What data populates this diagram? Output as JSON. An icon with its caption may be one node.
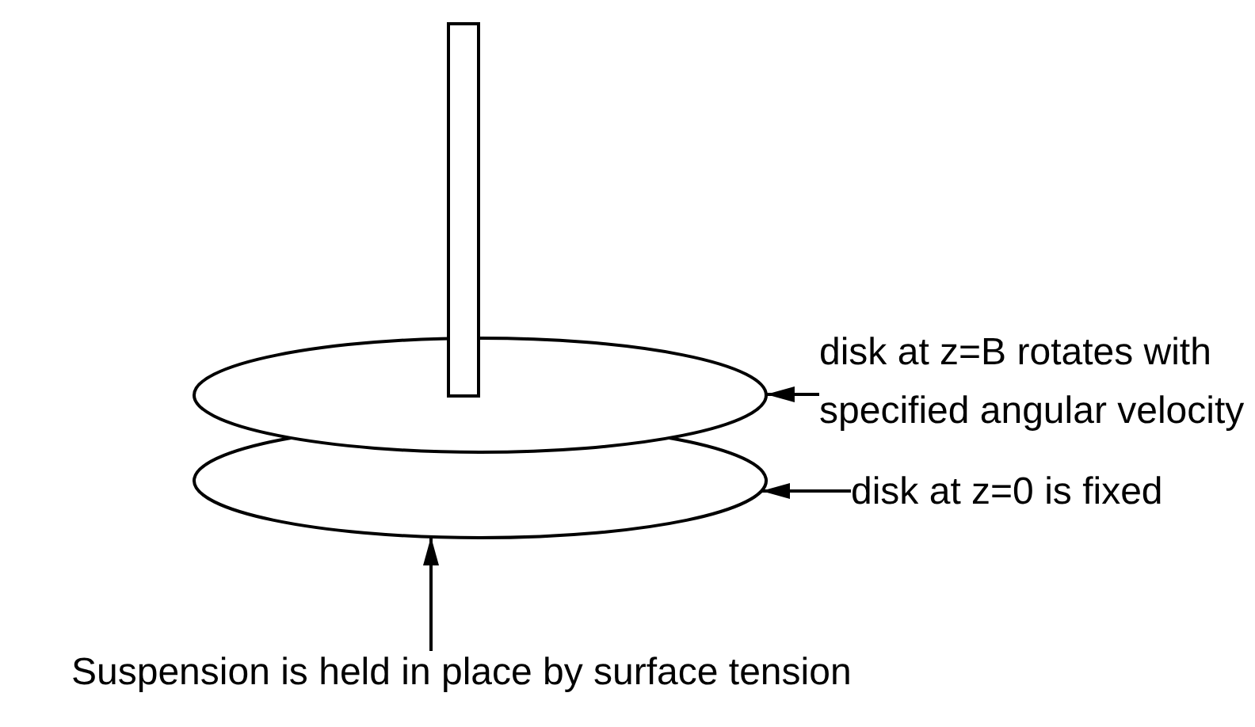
{
  "diagram": {
    "nodes": [
      {
        "text": [],
        "shape": "bar"
      },
      {
        "text": [
          "disk at z=B rotates with specified angular velocity"
        ]
      },
      {
        "text": [],
        "shape": "ellipse"
      },
      {
        "text": [
          "disk at z=0 is fixed"
        ]
      },
      {
        "text": [],
        "shape": "ellipse"
      },
      {
        "text": [
          "Suspension is held in place by surface tension"
        ]
      }
    ],
    "edges": [
      {
        "from": 1,
        "to": 2,
        "arrow": "to"
      },
      {
        "from": 3,
        "to": 4,
        "arrow": "to"
      },
      {
        "from": 5,
        "to": 4,
        "arrow": "to"
      }
    ]
  }
}
